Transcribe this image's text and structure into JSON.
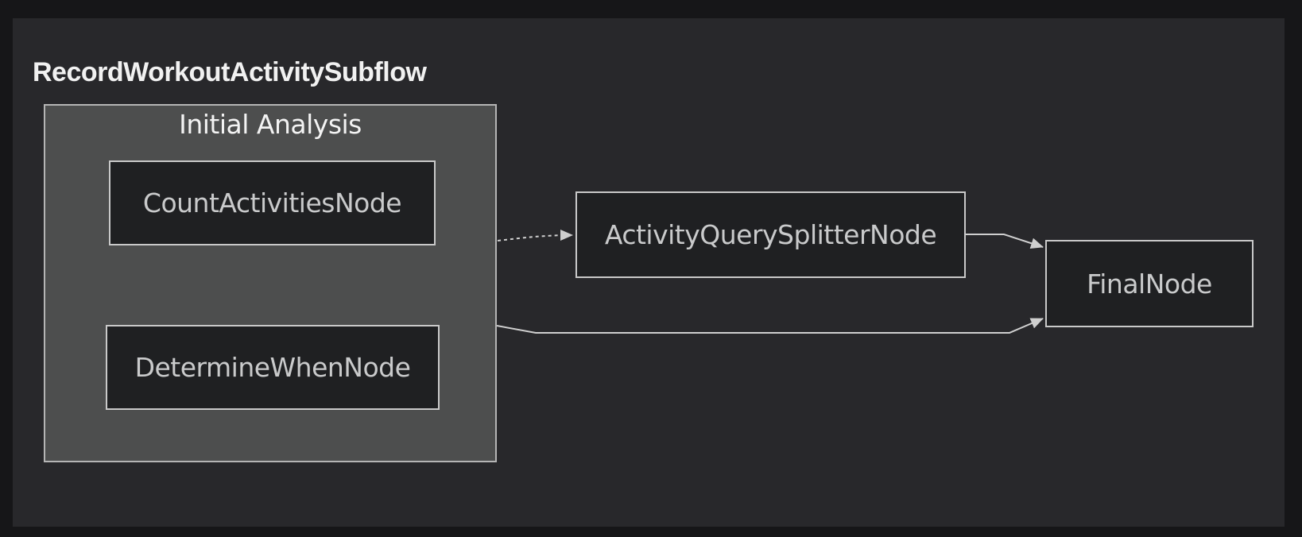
{
  "title": "RecordWorkoutActivitySubflow",
  "cluster": {
    "label": "Initial Analysis"
  },
  "nodes": {
    "count": {
      "label": "CountActivitiesNode"
    },
    "determine": {
      "label": "DetermineWhenNode"
    },
    "splitter": {
      "label": "ActivityQuerySplitterNode"
    },
    "final": {
      "label": "FinalNode"
    }
  },
  "edges": [
    {
      "from": "Initial Analysis",
      "to": "ActivityQuerySplitterNode",
      "style": "dashed"
    },
    {
      "from": "ActivityQuerySplitterNode",
      "to": "FinalNode",
      "style": "solid"
    },
    {
      "from": "Initial Analysis",
      "to": "FinalNode",
      "style": "solid"
    }
  ],
  "colors": {
    "canvas": "#161618",
    "panel": "#28282b",
    "cluster_fill": "#4d4e4e",
    "cluster_border": "#b5b5b5",
    "node_fill": "#1f2022",
    "node_border": "#c9c9c9",
    "node_text": "#c9cacb",
    "heading_text": "#f1f1f1",
    "edge": "#cfcfcf"
  }
}
